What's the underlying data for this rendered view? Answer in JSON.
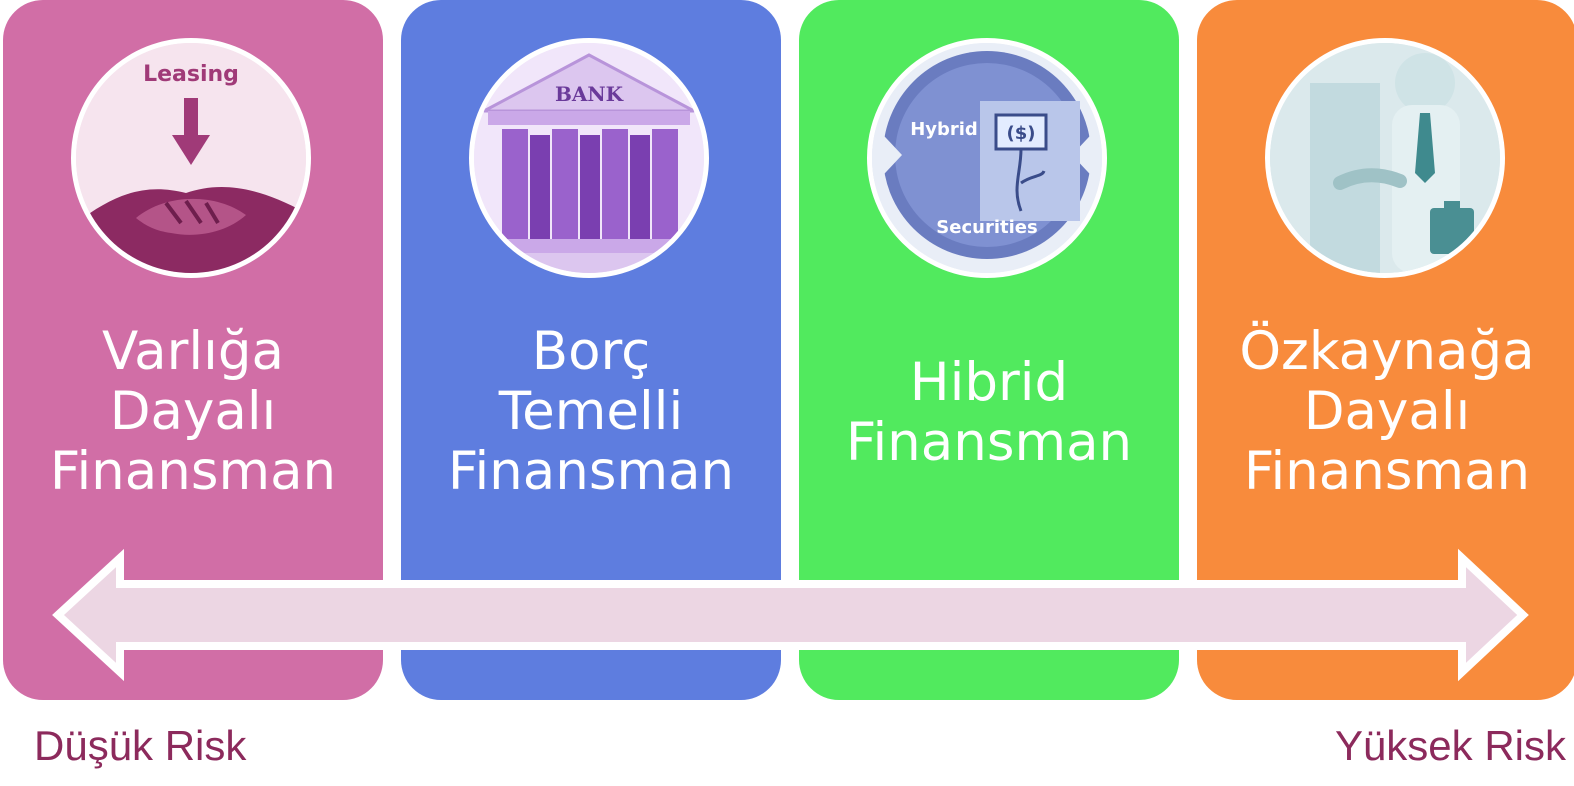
{
  "columns": [
    {
      "label_lines": [
        "Varlığa",
        "Dayalı",
        "Finansman"
      ],
      "icon": "leasing-handshake-icon",
      "icon_text": "Leasing",
      "color": "#d16ea6"
    },
    {
      "label_lines": [
        "Borç",
        "Temelli",
        "Finansman"
      ],
      "icon": "bank-building-icon",
      "icon_text": "BANK",
      "color": "#5e7ddf"
    },
    {
      "label_lines": [
        "Hibrid",
        "Finansman"
      ],
      "icon": "hybrid-securities-icon",
      "icon_text_top": "Hybrid",
      "icon_text_bottom": "Securities",
      "color": "#51ea5e"
    },
    {
      "label_lines": [
        "Özkaynağa",
        "Dayalı",
        "Finansman"
      ],
      "icon": "businessman-handshake-icon",
      "color": "#f88b3c"
    }
  ],
  "risk_scale": {
    "low_label": "Düşük Risk",
    "high_label": "Yüksek Risk",
    "arrow_color": "#ecd6e3",
    "text_color": "#8c2a5c"
  }
}
